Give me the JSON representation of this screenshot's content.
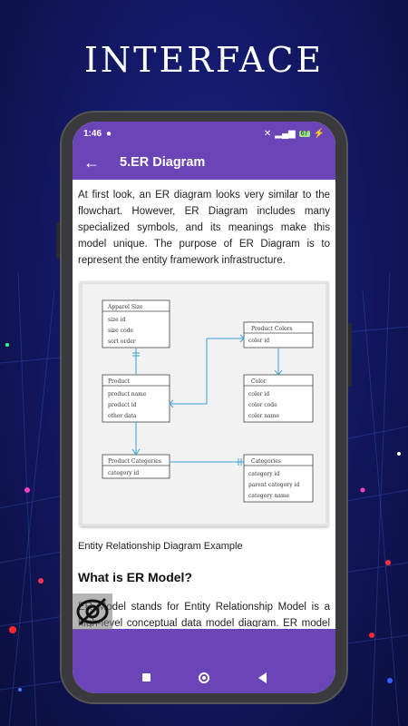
{
  "headline": "INTERFACE",
  "status_bar": {
    "time": "1:46",
    "battery": "67"
  },
  "app_bar": {
    "title": "5.ER Diagram"
  },
  "intro_paragraph": "At first look, an ER diagram looks very similar to the flowchart. However, ER Diagram includes many specialized symbols, and its meanings make this model unique. The purpose of ER Diagram is to represent the entity framework infrastructure.",
  "diagram": {
    "entities": [
      {
        "name": "Apparel Size",
        "attrs": [
          "size id",
          "size code",
          "sort order"
        ]
      },
      {
        "name": "Product Colors",
        "attrs": [
          "color id"
        ]
      },
      {
        "name": "Product",
        "attrs": [
          "product name",
          "product id",
          "other data"
        ]
      },
      {
        "name": "Color",
        "attrs": [
          "color id",
          "color code",
          "color name"
        ]
      },
      {
        "name": "Product Categories",
        "attrs": [
          "category id"
        ]
      },
      {
        "name": "Categories",
        "attrs": [
          "category id",
          "parent category id",
          "category name"
        ]
      }
    ]
  },
  "caption": "Entity Relationship Diagram Example",
  "section_heading": "What is ER Model?",
  "section_paragraph": "ER Model stands for Entity Relationship Model is a high-level conceptual data model diagram. ER model helps to systematically analyze data requirements",
  "colors": {
    "accent": "#6b45b8",
    "connector": "#3ba3d6"
  }
}
